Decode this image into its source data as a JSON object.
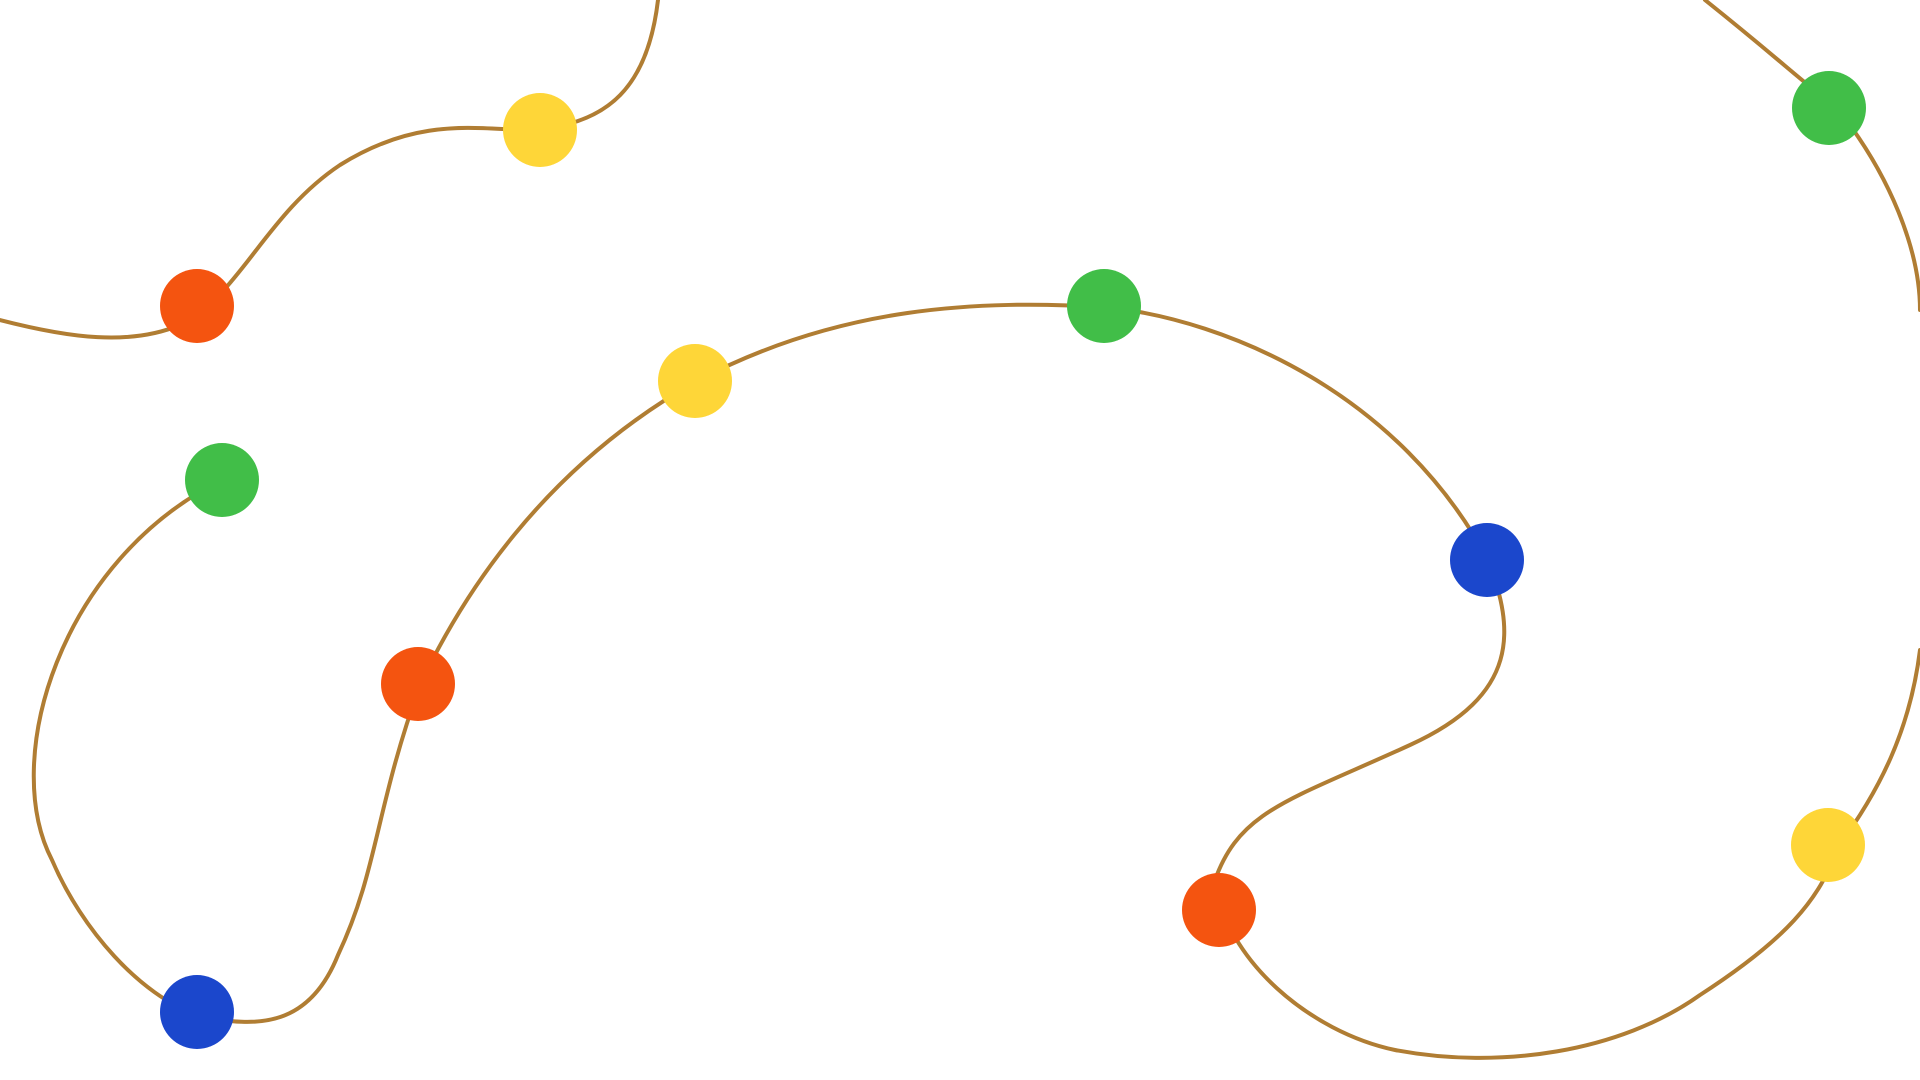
{
  "scene": {
    "background_color": "#ffffff",
    "wire_color": "#b07d33",
    "bulb_colors": {
      "yellow": "#fed638",
      "orange": "#f45410",
      "green": "#41be48",
      "blue": "#1b47cc"
    },
    "strands": [
      {
        "name": "light-string-top-left",
        "bulbs": [
          "orange",
          "yellow"
        ]
      },
      {
        "name": "light-string-left-loop",
        "bulbs": [
          "green",
          "blue",
          "orange",
          "yellow",
          "green",
          "blue",
          "orange"
        ]
      },
      {
        "name": "light-string-right-arc",
        "bulbs": [
          "green",
          "yellow"
        ]
      }
    ]
  }
}
